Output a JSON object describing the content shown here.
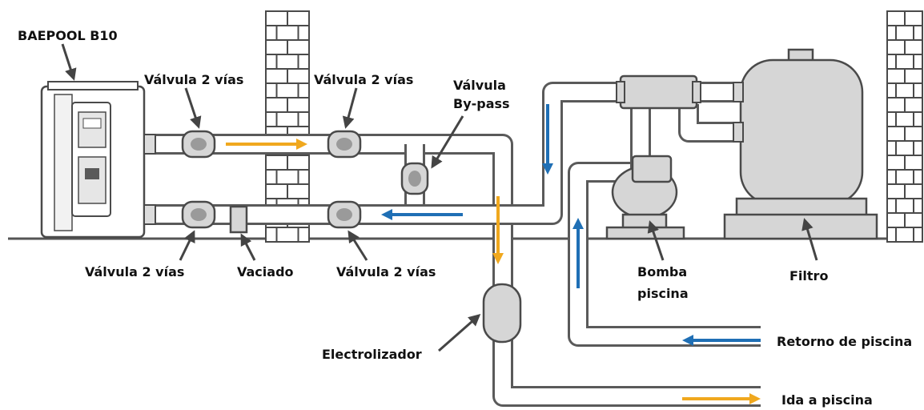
{
  "labels": {
    "heat_pump": "BAEPOOL B10",
    "valve_top_left": "Válvula 2 vías",
    "valve_top_right": "Válvula 2 vías",
    "valve_bypass_line1": "Válvula",
    "valve_bypass_line2": "By-pass",
    "valve_bottom_left": "Válvula 2 vías",
    "drain": "Vaciado",
    "valve_bottom_right": "Válvula 2 vías",
    "electrolyzer": "Electrolizador",
    "pump_line1": "Bomba",
    "pump_line2": "piscina",
    "filter": "Filtro",
    "return": "Retorno de piscina",
    "supply": "Ida a piscina"
  },
  "colors": {
    "hot_flow": "#f0a81e",
    "cold_flow": "#1f6fb5",
    "pipe_outline": "#5a5a5a",
    "device_fill": "#d6d6d6",
    "brick_outline": "#4a4a4a"
  },
  "icons": {
    "arrow_hot": "orange-flow-arrow",
    "arrow_cold": "blue-flow-arrow",
    "pointer": "label-pointer-arrow"
  }
}
